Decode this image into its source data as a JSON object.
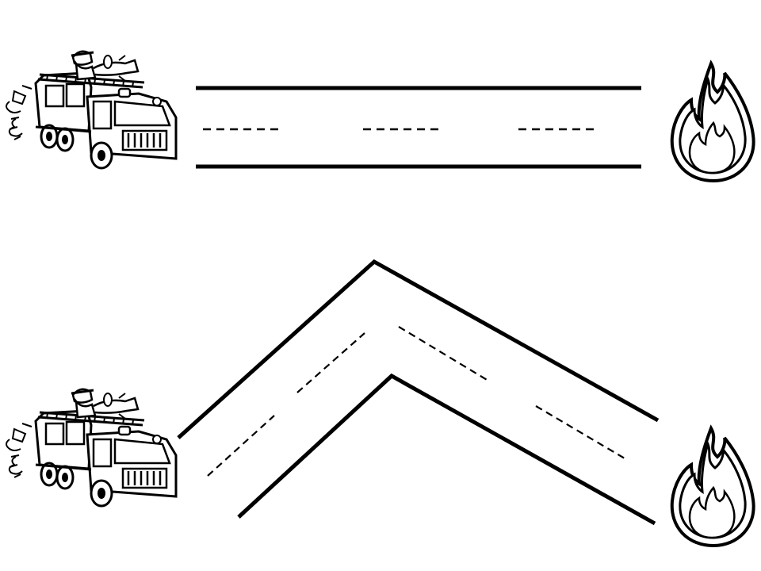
{
  "worksheet": {
    "type": "tracing-activity",
    "ink_color": "#000000",
    "paper_color": "#ffffff",
    "rows": [
      {
        "path_shape": "straight",
        "start_icon": "fire-truck-icon",
        "end_icon": "flame-icon"
      },
      {
        "path_shape": "peaked",
        "start_icon": "fire-truck-icon",
        "end_icon": "flame-icon"
      }
    ]
  }
}
